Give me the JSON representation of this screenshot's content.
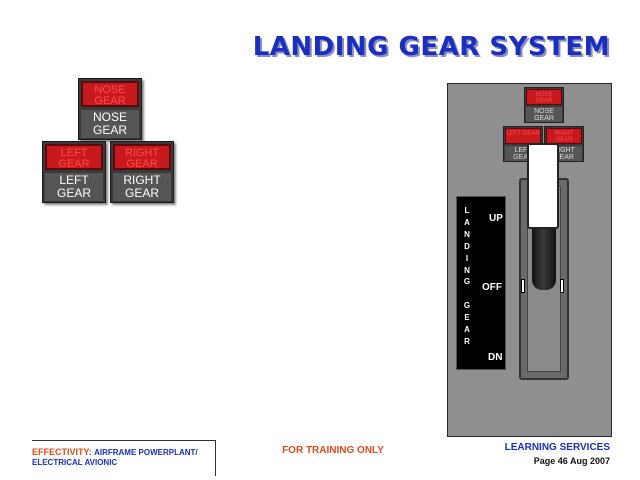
{
  "title": "LANDING GEAR SYSTEM",
  "indicators": {
    "nose": {
      "lamp": "NOSE GEAR",
      "label": "NOSE GEAR"
    },
    "left": {
      "lamp": "LEFT GEAR",
      "label": "LEFT GEAR"
    },
    "right": {
      "lamp": "RIGHT GEAR",
      "label": "RIGHT GEAR"
    }
  },
  "panel": {
    "mini_nose": {
      "lamp": "NOSE GEAR",
      "label": "NOSE GEAR"
    },
    "mini_left": {
      "lamp": "LEFT GEAR",
      "label": "LEFT GEAR"
    },
    "mini_right": {
      "lamp": "RIGHT GEAR",
      "label": "RIGHT GEAR"
    },
    "placard_letters": [
      "L",
      "A",
      "N",
      "D",
      "I",
      "N",
      "G",
      "",
      "G",
      "E",
      "A",
      "R"
    ],
    "positions": {
      "up": "UP",
      "off": "OFF",
      "dn": "DN"
    }
  },
  "colors": {
    "title": "#1a2fc0",
    "lamp_red": "#c8191e",
    "footer_orange": "#e04a1c"
  },
  "footer": {
    "effectivity_label": "EFFECTIVITY:",
    "effectivity_value": "AIRFRAME POWERPLANT/ ELECTRICAL AVIONIC",
    "training": "FOR TRAINING ONLY",
    "learning_services": "LEARNING SERVICES",
    "page_info": "Page 46 Aug 2007"
  }
}
